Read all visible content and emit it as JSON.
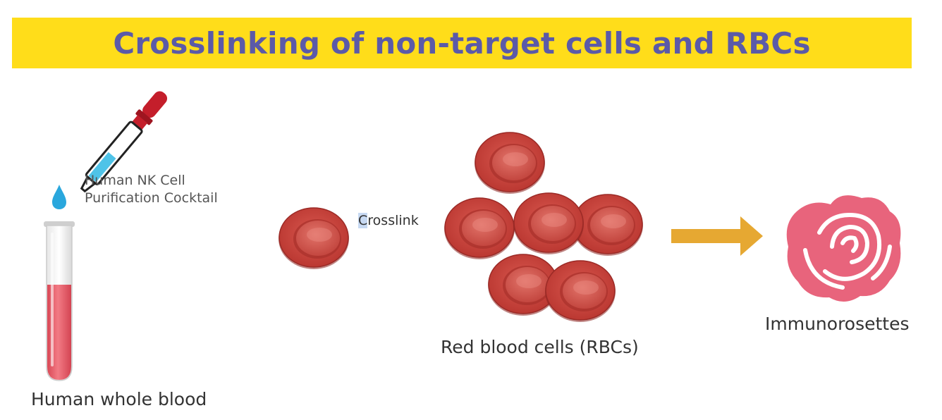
{
  "title": "Crosslinking of non-target cells and RBCs",
  "labels": {
    "cocktail_line1": "Human NK Cell",
    "cocktail_line2": "Purification Cocktail",
    "crosslink_first": "C",
    "crosslink_rest": "rosslink",
    "rbcs": "Red blood cells (RBCs)",
    "rosettes": "Immunorosettes",
    "whole_blood": "Human whole blood"
  },
  "icons": [
    "dropper-icon",
    "droplet-icon",
    "test-tube-icon",
    "red-blood-cell-icon",
    "arrow-right-icon",
    "rose-icon"
  ],
  "colors": {
    "banner_bg": "#FFDD1A",
    "title_text": "#5B5AA8",
    "rbc": "#C9423E",
    "arrow": "#E6A832",
    "rose": "#E8647C",
    "blood": "#E85A68",
    "dropper_red": "#C41E2B",
    "dropper_blue": "#4FC3E8"
  }
}
